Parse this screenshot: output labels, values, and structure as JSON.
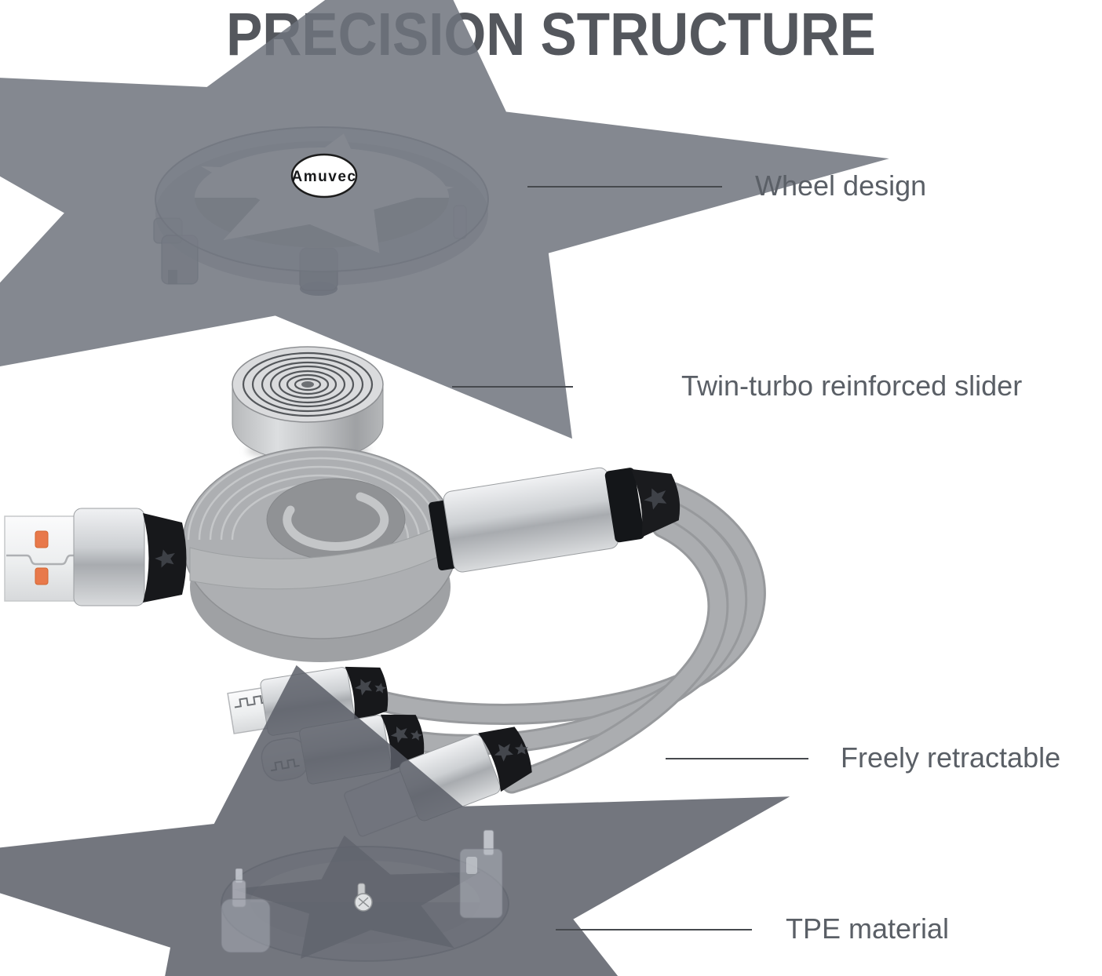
{
  "title": "PRECISION STRUCTURE",
  "product": {
    "brand_logo_text": "Amuvec"
  },
  "annotations": [
    {
      "id": "wheel-design",
      "label": "Wheel design"
    },
    {
      "id": "twin-turbo-slider",
      "label": "Twin-turbo reinforced slider"
    },
    {
      "id": "freely-retractable",
      "label": "Freely retractable"
    },
    {
      "id": "tpe-material",
      "label": "TPE material"
    }
  ],
  "components": [
    "top-shell-wheel",
    "flat-spring-coil",
    "usb-a-connector",
    "retractable-cable-reel",
    "connector-hub",
    "micro-usb-connector",
    "usb-c-connector",
    "lightning-connector",
    "bottom-shell"
  ],
  "colors": {
    "background": "#ffffff",
    "title_text": "#54575d",
    "label_text": "#5a5f66",
    "leader_line": "#46494e",
    "accent_orange": "#e8794b",
    "silver_light": "#f0f1f3",
    "silver_mid": "#a8abaf",
    "cable_gray": "#a9abad",
    "black_plastic": "#17181b",
    "translucent_shell": "#aab0b8"
  }
}
